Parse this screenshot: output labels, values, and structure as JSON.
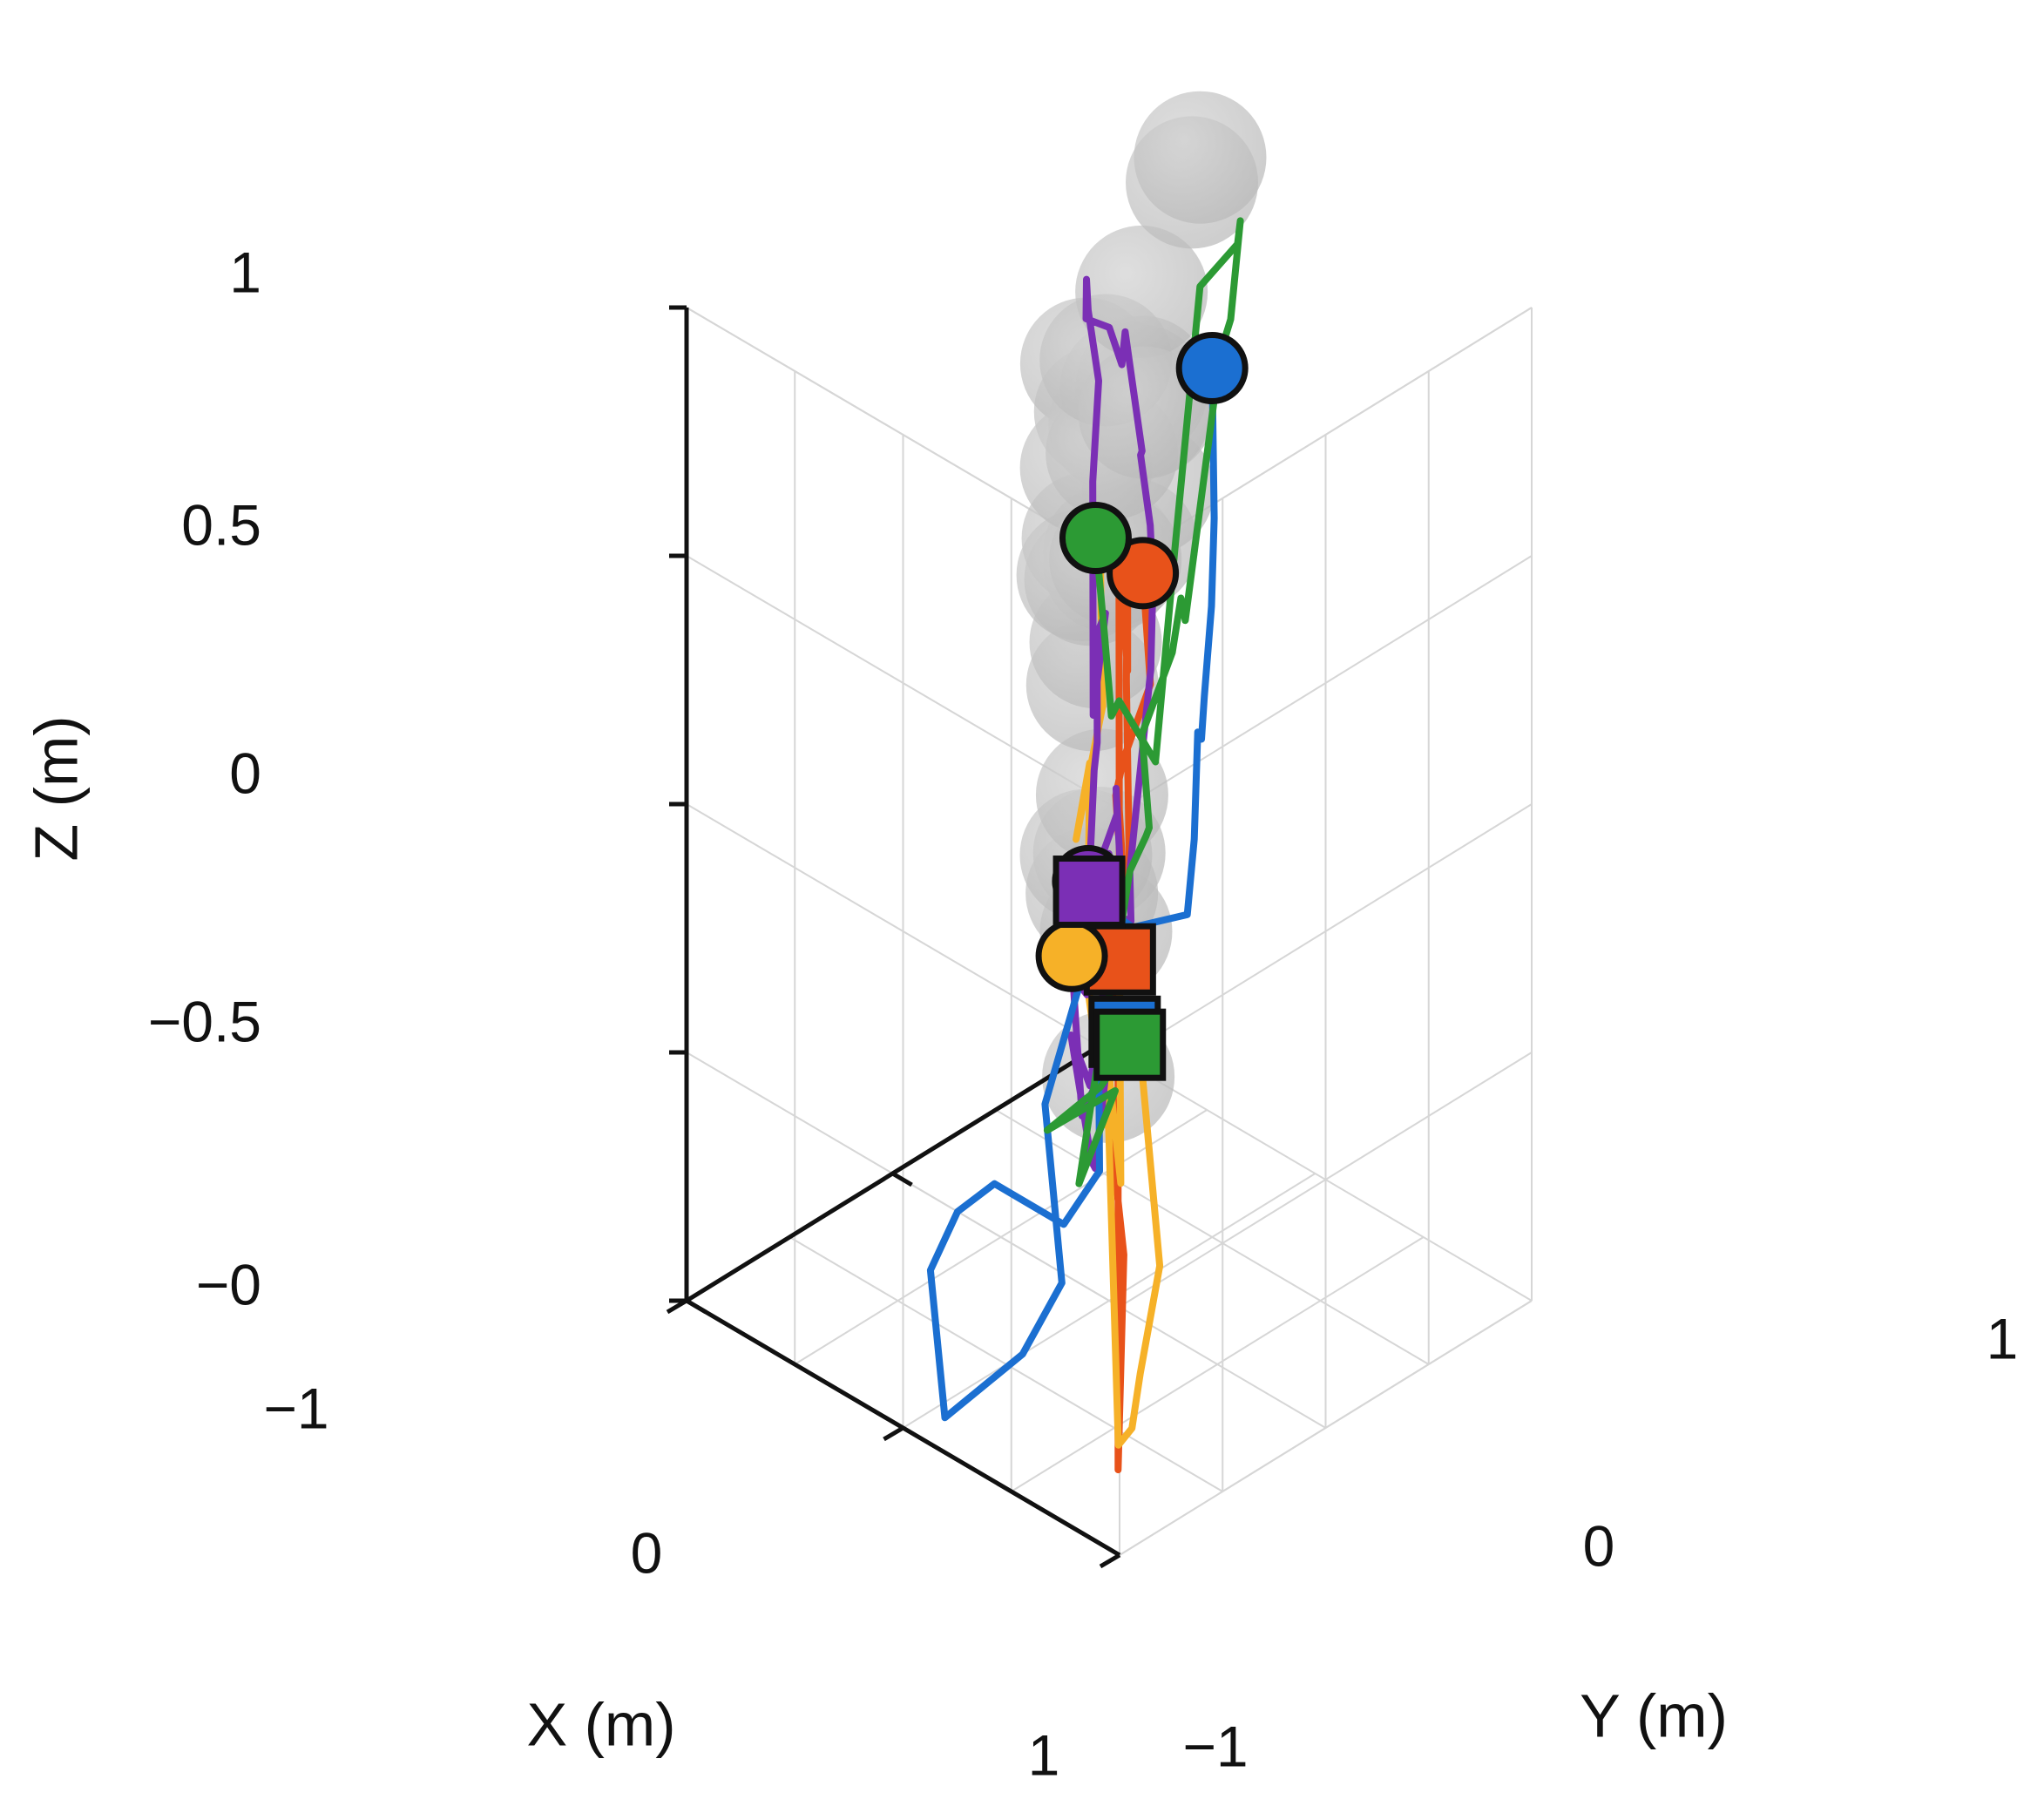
{
  "chart_data": {
    "type": "line",
    "title": "",
    "xlabel": "X (m)",
    "ylabel": "Y (m)",
    "zlabel": "Z (m)",
    "xlim": [
      -1,
      1
    ],
    "ylim": [
      -1,
      1
    ],
    "zlim": [
      0,
      1
    ],
    "x_ticks": [
      "−1",
      "0",
      "1"
    ],
    "y_ticks": [
      "−1",
      "0",
      "1"
    ],
    "z_ticks": [
      "−0",
      "−0.5",
      "0",
      "0.5",
      "1"
    ],
    "grid": true,
    "legend": "none",
    "obstacle_color": "#b9b9b9",
    "series": [
      {
        "color": "#e8521a",
        "start_marker": "circle",
        "goal_marker": "square",
        "points": [
          [
            -0.26,
            -0.11,
            0.78
          ],
          [
            -0.4,
            -0.22,
            0.7
          ],
          [
            -0.36,
            -0.31,
            0.63
          ],
          [
            -0.44,
            -0.43,
            0.62
          ],
          [
            -0.48,
            -0.46,
            0.59
          ],
          [
            -0.58,
            -0.56,
            0.64
          ],
          [
            -0.62,
            -0.58,
            0.57
          ],
          [
            -0.72,
            -0.7,
            0.62
          ],
          [
            -0.8,
            -0.74,
            0.6
          ],
          [
            -0.86,
            -0.82,
            0.84
          ],
          [
            -0.98,
            -0.94,
            0.99
          ],
          [
            -0.98,
            -0.94,
            0.88
          ],
          [
            -0.94,
            -0.94,
            1.0
          ],
          [
            -1.0,
            -1.0,
            0.48
          ],
          [
            -0.86,
            -0.86,
            0.46
          ],
          [
            -0.86,
            -0.86,
            0.35
          ],
          [
            -0.86,
            -0.86,
            0.07
          ],
          [
            -0.86,
            -0.86,
            0.05
          ],
          [
            -0.62,
            -0.58,
            0.2
          ],
          [
            -0.53,
            -0.56,
            0.33
          ],
          [
            -0.38,
            -0.38,
            0.4
          ],
          [
            -0.24,
            -0.2,
            0.4
          ]
        ]
      },
      {
        "color": "#f6b128",
        "start_marker": "circle",
        "goal_marker": "none",
        "points": [
          [
            -0.76,
            -0.98,
            0.57
          ],
          [
            -0.7,
            -0.9,
            0.56
          ],
          [
            -0.58,
            -0.78,
            0.55
          ],
          [
            -0.6,
            -0.7,
            0.45
          ],
          [
            -0.9,
            -0.8,
            0.48
          ],
          [
            -0.9,
            -0.7,
            0.24
          ],
          [
            -1.0,
            -0.9,
            0.17
          ],
          [
            -1.0,
            -0.94,
            0.12
          ],
          [
            -0.88,
            -0.88,
            0.08
          ],
          [
            -0.62,
            -0.66,
            0.38
          ],
          [
            -0.76,
            -0.8,
            0.43
          ],
          [
            -0.72,
            -0.7,
            0.3
          ],
          [
            -0.56,
            -0.54,
            0.55
          ],
          [
            -0.5,
            -0.52,
            0.44
          ],
          [
            -0.26,
            -0.3,
            0.4
          ],
          [
            -0.16,
            -0.18,
            0.22
          ],
          [
            0.12,
            0.02,
            0.3
          ],
          [
            0.28,
            0.2,
            0.48
          ],
          [
            0.4,
            0.26,
            0.38
          ],
          [
            0.62,
            0.62,
            0.44
          ],
          [
            0.84,
            0.84,
            0.53
          ]
        ]
      },
      {
        "color": "#7b2fb5",
        "start_marker": "circle",
        "goal_marker": "square",
        "points": [
          [
            -0.36,
            -0.48,
            0.53
          ],
          [
            -0.2,
            -0.3,
            0.52
          ],
          [
            -0.14,
            -0.22,
            0.58
          ],
          [
            -0.04,
            -0.1,
            0.58
          ],
          [
            -0.04,
            -0.1,
            0.69
          ],
          [
            -0.44,
            -0.48,
            0.81
          ],
          [
            -0.84,
            -0.96,
            0.82
          ],
          [
            -0.4,
            -0.5,
            0.94
          ],
          [
            -0.18,
            -0.24,
            0.98
          ],
          [
            0.04,
            -0.06,
            1.0
          ],
          [
            0.2,
            0.1,
            0.99
          ],
          [
            0.24,
            0.14,
            0.94
          ],
          [
            0.38,
            0.4,
            0.88
          ],
          [
            0.36,
            0.44,
            0.84
          ],
          [
            0.44,
            0.54,
            0.85
          ],
          [
            0.4,
            0.58,
            0.73
          ],
          [
            0.54,
            0.72,
            0.69
          ],
          [
            0.4,
            0.62,
            0.65
          ],
          [
            0.14,
            0.36,
            0.66
          ],
          [
            -0.04,
            0.16,
            0.62
          ],
          [
            0.0,
            0.1,
            0.42
          ],
          [
            -0.12,
            -0.02,
            0.4
          ],
          [
            -0.02,
            -0.04,
            0.4
          ],
          [
            0.14,
            0.1,
            0.32
          ],
          [
            0.34,
            0.34,
            0.28
          ],
          [
            0.42,
            0.44,
            0.34
          ],
          [
            0.54,
            0.46,
            0.18
          ],
          [
            0.72,
            0.58,
            0.16
          ],
          [
            0.62,
            0.52,
            0.04
          ],
          [
            0.8,
            0.84,
            0.04
          ],
          [
            0.88,
            0.92,
            0.02
          ],
          [
            0.54,
            0.5,
            0.0
          ],
          [
            0.5,
            0.44,
            0.02
          ],
          [
            0.5,
            0.34,
            0.16
          ],
          [
            0.26,
            0.18,
            0.16
          ],
          [
            0.1,
            0.16,
            0.4
          ],
          [
            0.12,
            0.16,
            0.48
          ],
          [
            0.02,
            0.06,
            0.48
          ],
          [
            -0.06,
            -0.16,
            0.44
          ]
        ]
      },
      {
        "color": "#1b6fd1",
        "start_marker": "circle",
        "goal_marker": "square",
        "points": [
          [
            0.4,
            0.92,
            0.77
          ],
          [
            0.2,
            0.72,
            0.67
          ],
          [
            0.06,
            0.56,
            0.62
          ],
          [
            -0.04,
            0.42,
            0.56
          ],
          [
            -0.16,
            0.28,
            0.55
          ],
          [
            -0.2,
            0.22,
            0.57
          ],
          [
            -0.26,
            0.14,
            0.48
          ],
          [
            -0.38,
            -0.02,
            0.44
          ],
          [
            -0.3,
            -0.2,
            0.44
          ],
          [
            -0.06,
            -0.18,
            0.44
          ],
          [
            0.0,
            -0.12,
            0.36
          ],
          [
            0.04,
            -0.12,
            0.4
          ],
          [
            0.2,
            0.06,
            0.28
          ],
          [
            0.22,
            -0.08,
            0.18
          ],
          [
            0.18,
            -0.04,
            0.0
          ],
          [
            0.0,
            -0.42,
            0.0
          ],
          [
            -0.06,
            -0.86,
            0.0
          ],
          [
            0.54,
            -0.3,
            0.0
          ],
          [
            0.7,
            0.0,
            0.0
          ],
          [
            0.72,
            0.2,
            0.0
          ],
          [
            0.4,
            0.2,
            0.0
          ],
          [
            0.52,
            0.5,
            0.0
          ],
          [
            1.0,
            1.0,
            0.0
          ],
          [
            0.88,
            1.0,
            0.03
          ]
        ]
      },
      {
        "color": "#2c9a34",
        "start_marker": "circle",
        "goal_marker": "square",
        "points": [
          [
            0.9,
            0.88,
            0.54
          ],
          [
            0.42,
            0.42,
            0.56
          ],
          [
            0.18,
            0.2,
            0.54
          ],
          [
            0.22,
            0.28,
            0.54
          ],
          [
            -0.1,
            0.12,
            0.54
          ],
          [
            0.02,
            0.34,
            0.71
          ],
          [
            -0.02,
            0.42,
            0.97
          ],
          [
            -0.06,
            0.56,
            1.0
          ],
          [
            0.06,
            0.7,
            0.99
          ],
          [
            0.2,
            0.8,
            0.86
          ],
          [
            0.4,
            0.96,
            0.78
          ],
          [
            0.6,
            1.0,
            0.48
          ],
          [
            0.62,
            1.0,
            0.5
          ],
          [
            0.66,
            1.0,
            0.44
          ],
          [
            0.8,
            1.0,
            0.34
          ],
          [
            0.5,
            0.72,
            0.32
          ],
          [
            0.4,
            0.6,
            0.34
          ],
          [
            0.38,
            0.5,
            0.32
          ],
          [
            0.42,
            0.5,
            0.26
          ],
          [
            0.44,
            0.38,
            0.1
          ],
          [
            0.52,
            0.4,
            0.0
          ],
          [
            0.6,
            0.66,
            0.05
          ],
          [
            0.8,
            0.54,
            0.0
          ],
          [
            0.84,
            0.84,
            0.0
          ],
          [
            0.78,
            0.92,
            0.04
          ]
        ]
      }
    ],
    "obstacles": [
      [
        -0.1,
        -0.12,
        0.4
      ],
      [
        -0.24,
        -0.3,
        0.52
      ],
      [
        -0.32,
        -0.34,
        0.31
      ],
      [
        0.08,
        0.0,
        0.4
      ],
      [
        0.24,
        0.14,
        0.4
      ],
      [
        0.28,
        0.26,
        0.44
      ],
      [
        0.42,
        0.36,
        0.52
      ],
      [
        0.5,
        0.46,
        0.54
      ],
      [
        0.6,
        0.54,
        0.58
      ],
      [
        0.46,
        0.38,
        0.66
      ],
      [
        0.36,
        0.38,
        0.66
      ],
      [
        0.46,
        0.44,
        0.78
      ],
      [
        0.6,
        0.52,
        0.8
      ],
      [
        0.18,
        0.3,
        0.7
      ],
      [
        0.26,
        0.3,
        0.81
      ],
      [
        0.34,
        0.44,
        0.82
      ],
      [
        0.32,
        0.5,
        0.82
      ],
      [
        0.48,
        0.66,
        0.77
      ],
      [
        0.58,
        0.8,
        0.72
      ],
      [
        0.62,
        0.84,
        0.63
      ],
      [
        -0.42,
        -0.44,
        0.85
      ],
      [
        -0.62,
        -0.78,
        0.91
      ],
      [
        -0.56,
        -0.7,
        1.0
      ],
      [
        -0.6,
        -0.6,
        0.9
      ],
      [
        -0.26,
        -0.26,
        0.92
      ],
      [
        -0.08,
        -0.1,
        0.97
      ],
      [
        0.06,
        0.22,
        0.98
      ],
      [
        0.36,
        0.78,
        0.98
      ],
      [
        0.36,
        0.82,
        1.0
      ],
      [
        0.58,
        0.78,
        0.72
      ]
    ]
  }
}
